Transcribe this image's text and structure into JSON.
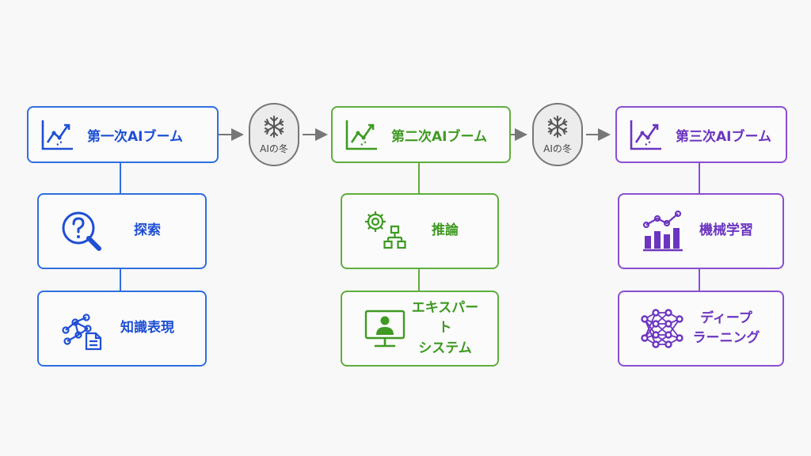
{
  "colors": {
    "blue": "#2f6fe0",
    "green": "#5fae3e",
    "purple": "#8a4fd0",
    "gray": "#777777"
  },
  "booms": [
    {
      "title": "第一次AIブーム",
      "header_icon": "trend-chart-icon",
      "cards": [
        {
          "label": "探索",
          "icon": "question-magnifier-icon"
        },
        {
          "label": "知識表現",
          "icon": "knowledge-network-icon"
        }
      ]
    },
    {
      "title": "第二次AIブーム",
      "header_icon": "trend-chart-icon",
      "cards": [
        {
          "label": "推論",
          "icon": "gear-flowchart-icon"
        },
        {
          "label": "エキスパート\nシステム",
          "icon": "monitor-user-icon"
        }
      ]
    },
    {
      "title": "第三次AIブーム",
      "header_icon": "trend-chart-icon",
      "cards": [
        {
          "label": "機械学習",
          "icon": "bar-trend-icon"
        },
        {
          "label": "ディープ\nラーニング",
          "icon": "neural-network-icon"
        }
      ]
    }
  ],
  "winters": [
    {
      "label": "AIの冬",
      "icon": "snowflake-icon"
    },
    {
      "label": "AIの冬",
      "icon": "snowflake-icon"
    }
  ]
}
